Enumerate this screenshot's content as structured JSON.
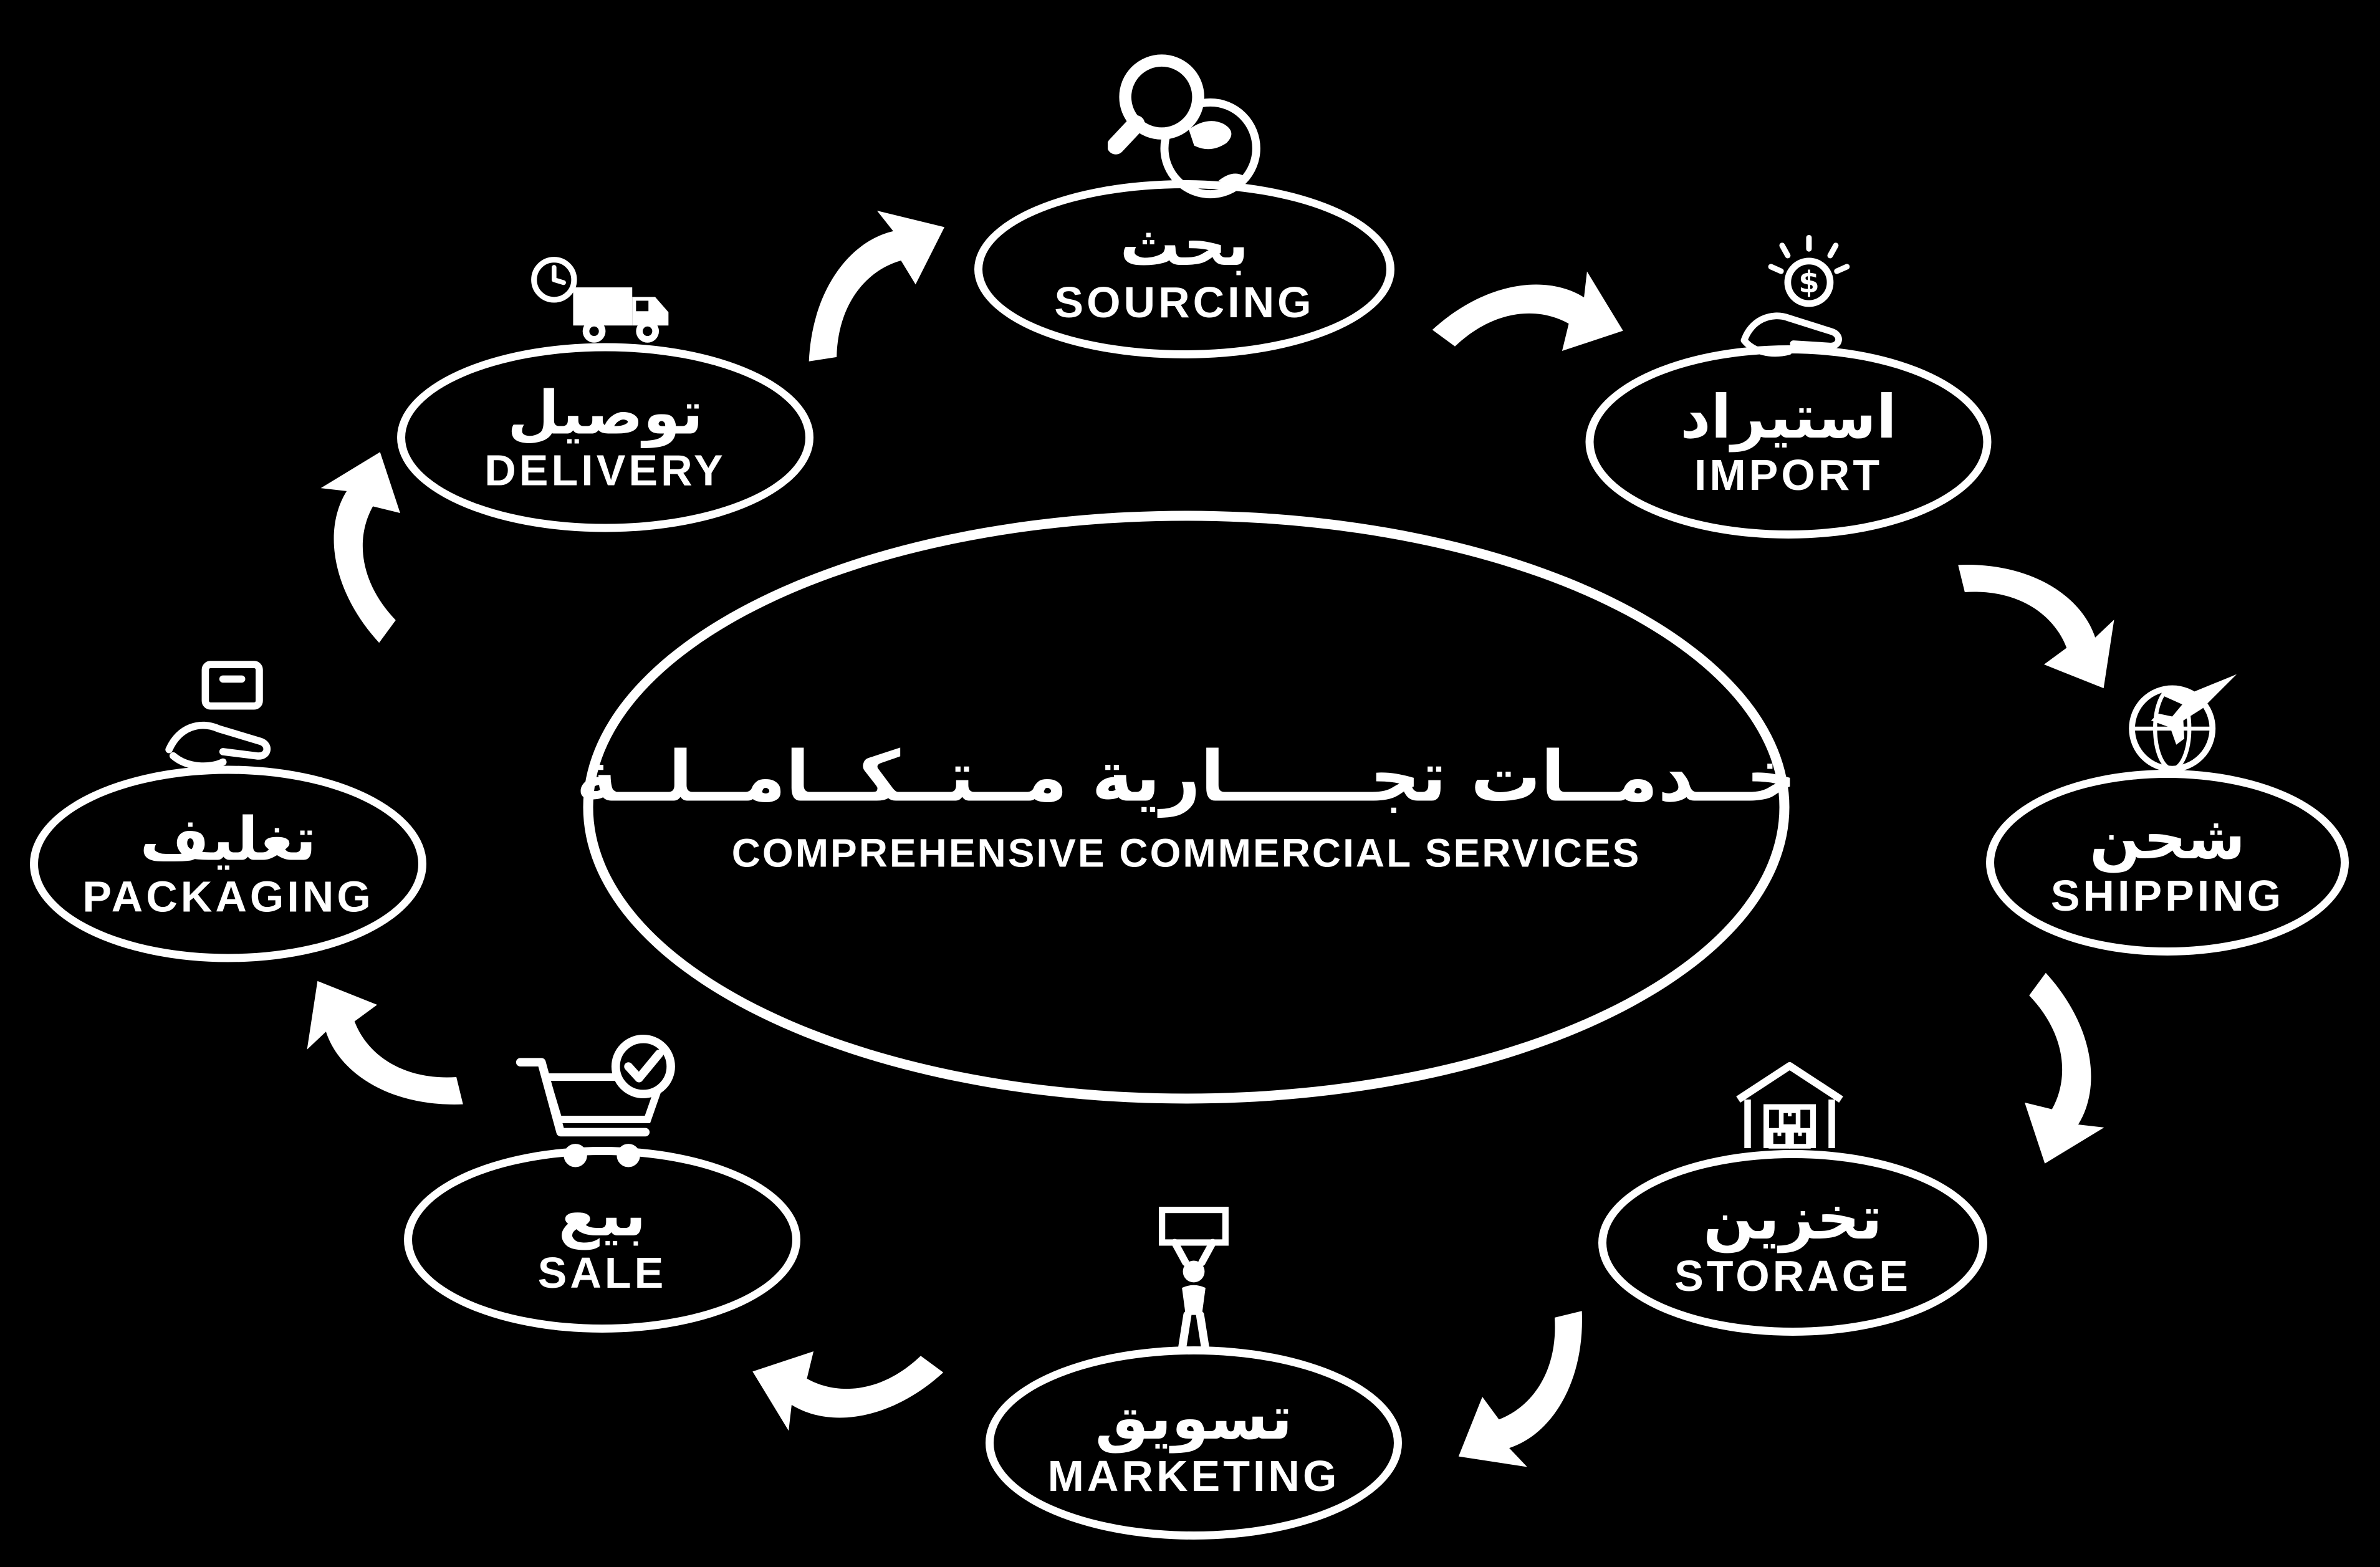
{
  "center": {
    "title_ar": "خــدمــات تجــــــارية مــتــكــامــلــة",
    "title_en": "COMPREHENSIVE COMMERCIAL SERVICES"
  },
  "nodes": [
    {
      "id": "sourcing",
      "label_ar": "بحث",
      "label_en": "SOURCING",
      "icon": "search-globe-icon"
    },
    {
      "id": "import",
      "label_ar": "استيراد",
      "label_en": "IMPORT",
      "icon": "hand-coin-icon"
    },
    {
      "id": "shipping",
      "label_ar": "شحن",
      "label_en": "SHIPPING",
      "icon": "globe-plane-icon"
    },
    {
      "id": "storage",
      "label_ar": "تخزين",
      "label_en": "STORAGE",
      "icon": "warehouse-boxes-icon"
    },
    {
      "id": "marketing",
      "label_ar": "تسويق",
      "label_en": "MARKETING",
      "icon": "person-sign-icon"
    },
    {
      "id": "sale",
      "label_ar": "بيع",
      "label_en": "SALE",
      "icon": "cart-check-icon"
    },
    {
      "id": "packaging",
      "label_ar": "تغليف",
      "label_en": "PACKAGING",
      "icon": "hand-box-icon"
    },
    {
      "id": "delivery",
      "label_ar": "توصيل",
      "label_en": "DELIVERY",
      "icon": "truck-clock-icon"
    }
  ],
  "coin_symbol": "$",
  "colors": {
    "background": "#000000",
    "foreground": "#ffffff"
  }
}
